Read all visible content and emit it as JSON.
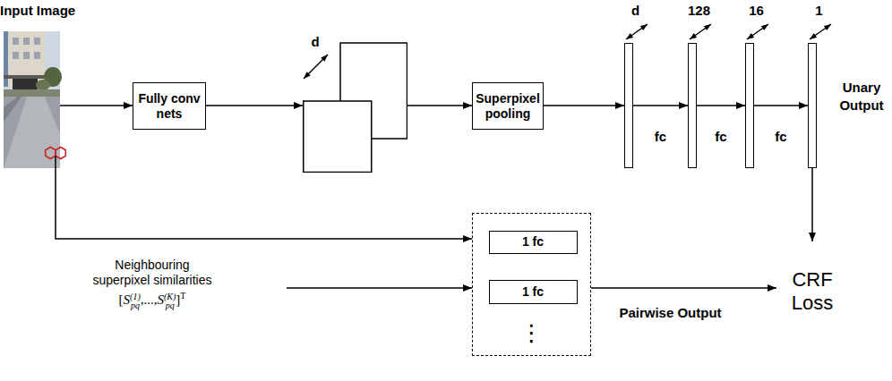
{
  "diagram": {
    "nodes": [
      {
        "text": [
          "Input Image"
        ]
      },
      {
        "text": [
          "Fully conv nets"
        ]
      },
      {
        "text": [
          "d"
        ]
      },
      {
        "text": [
          "Superpixel pooling"
        ]
      },
      {
        "text": [
          "d"
        ]
      },
      {
        "text": [
          "128"
        ]
      },
      {
        "text": [
          "16"
        ]
      },
      {
        "text": [
          "1"
        ]
      },
      {
        "text": [
          "Neighbouring superpixel similarities",
          "[Spq(1),...,Spq(K)]T"
        ]
      },
      {
        "text": [
          "⋮"
        ]
      },
      {
        "text": [
          "1 fc"
        ],
        "in": 9
      },
      {
        "text": [
          "1 fc"
        ],
        "in": 9
      },
      {
        "text": [
          "CRF Loss"
        ]
      }
    ],
    "edges": [
      {
        "from": 0,
        "to": 1,
        "arrow": "to"
      },
      {
        "from": 1,
        "to": 2,
        "arrow": "to"
      },
      {
        "from": 2,
        "to": 3,
        "arrow": "to"
      },
      {
        "from": 3,
        "to": 4,
        "arrow": "to"
      },
      {
        "from": 4,
        "to": 5,
        "label": "fc",
        "arrow": "to"
      },
      {
        "from": 5,
        "to": 6,
        "label": "fc",
        "arrow": "to"
      },
      {
        "from": 6,
        "to": 7,
        "label": "fc",
        "arrow": "to"
      },
      {
        "from": 7,
        "to": 12,
        "arrow": "to"
      },
      {
        "from": 0,
        "to": 9,
        "arrow": "to"
      },
      {
        "from": 8,
        "to": 9,
        "arrow": "to"
      },
      {
        "from": 9,
        "to": 12,
        "label": "Pairwise Output",
        "arrow": "to"
      }
    ],
    "labels": [
      "Unary Output"
    ]
  }
}
